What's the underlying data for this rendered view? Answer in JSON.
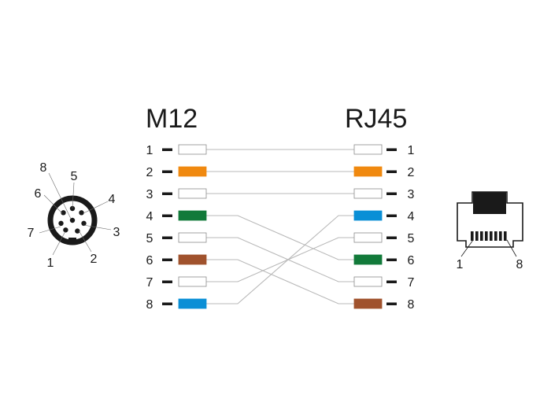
{
  "left_connector": {
    "title": "M12"
  },
  "right_connector": {
    "title": "RJ45"
  },
  "colors": {
    "white": "#ffffff",
    "orange": "#f0890f",
    "green": "#127a3a",
    "blue": "#0a8fd6",
    "brown": "#a0522d",
    "wire": "#b9b9b9",
    "outline": "#8c8c8c",
    "ink": "#1a1a1a"
  },
  "m12_pins": [
    {
      "pin": "1",
      "color": "white"
    },
    {
      "pin": "2",
      "color": "orange"
    },
    {
      "pin": "3",
      "color": "white"
    },
    {
      "pin": "4",
      "color": "green"
    },
    {
      "pin": "5",
      "color": "white"
    },
    {
      "pin": "6",
      "color": "brown"
    },
    {
      "pin": "7",
      "color": "white"
    },
    {
      "pin": "8",
      "color": "blue"
    }
  ],
  "rj45_pins": [
    {
      "pin": "1",
      "color": "white"
    },
    {
      "pin": "2",
      "color": "orange"
    },
    {
      "pin": "3",
      "color": "white"
    },
    {
      "pin": "4",
      "color": "blue"
    },
    {
      "pin": "5",
      "color": "white"
    },
    {
      "pin": "6",
      "color": "green"
    },
    {
      "pin": "7",
      "color": "white"
    },
    {
      "pin": "8",
      "color": "brown"
    }
  ],
  "wiring": [
    {
      "from": "1",
      "to": "1"
    },
    {
      "from": "2",
      "to": "2"
    },
    {
      "from": "3",
      "to": "3"
    },
    {
      "from": "4",
      "to": "6"
    },
    {
      "from": "5",
      "to": "7"
    },
    {
      "from": "6",
      "to": "8"
    },
    {
      "from": "7",
      "to": "5"
    },
    {
      "from": "8",
      "to": "4"
    }
  ],
  "m12_face_labels": [
    "1",
    "2",
    "3",
    "4",
    "5",
    "6",
    "7",
    "8"
  ],
  "rj45_face_labels": {
    "first": "1",
    "last": "8"
  }
}
